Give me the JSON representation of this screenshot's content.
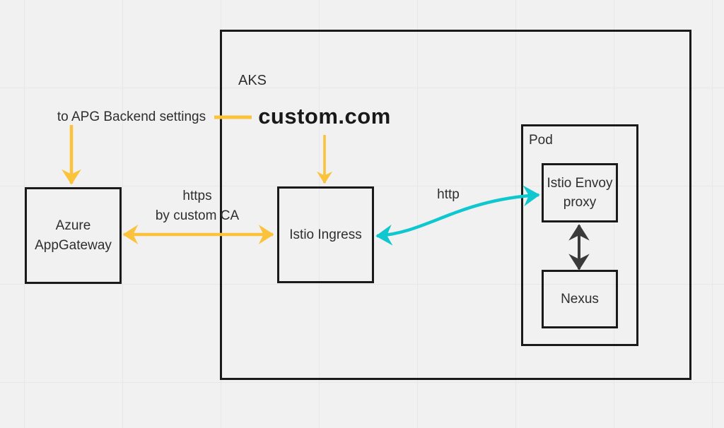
{
  "colors": {
    "arrow_yellow": "#FBC23C",
    "arrow_cyan": "#0FC7CE",
    "arrow_dark": "#3A3A3A",
    "shape_border": "#1A1A1A",
    "text": "#2E2E2E",
    "background": "#F1F1F1",
    "grid_line": "#E7E7E7"
  },
  "nodes": {
    "aks": {
      "label": "AKS"
    },
    "pod": {
      "label": "Pod"
    },
    "azure_appgateway": {
      "label_line1": "Azure",
      "label_line2": "AppGateway"
    },
    "istio_ingress": {
      "label": "Istio Ingress"
    },
    "istio_envoy_proxy": {
      "label_line1": "Istio Envoy",
      "label_line2": "proxy"
    },
    "nexus": {
      "label": "Nexus"
    }
  },
  "annotations": {
    "apg_backend_note": "to APG Backend settings",
    "custom_domain": "custom.com"
  },
  "edges": {
    "appgateway_ingress": {
      "from": "Azure AppGateway",
      "to": "Istio Ingress",
      "bidirectional": true,
      "color": "yellow",
      "label_line1": "https",
      "label_line2": "by custom CA"
    },
    "ingress_envoy": {
      "from": "Istio Ingress",
      "to": "Istio Envoy proxy",
      "bidirectional": true,
      "color": "cyan",
      "label": "http"
    },
    "envoy_nexus": {
      "from": "Istio Envoy proxy",
      "to": "Nexus",
      "bidirectional": true,
      "color": "dark"
    },
    "domain_to_ingress": {
      "from": "custom.com",
      "to": "Istio Ingress",
      "bidirectional": false,
      "color": "yellow"
    },
    "note_to_appgateway": {
      "from": "to APG Backend settings",
      "to": "Azure AppGateway",
      "bidirectional": false,
      "color": "yellow"
    }
  }
}
